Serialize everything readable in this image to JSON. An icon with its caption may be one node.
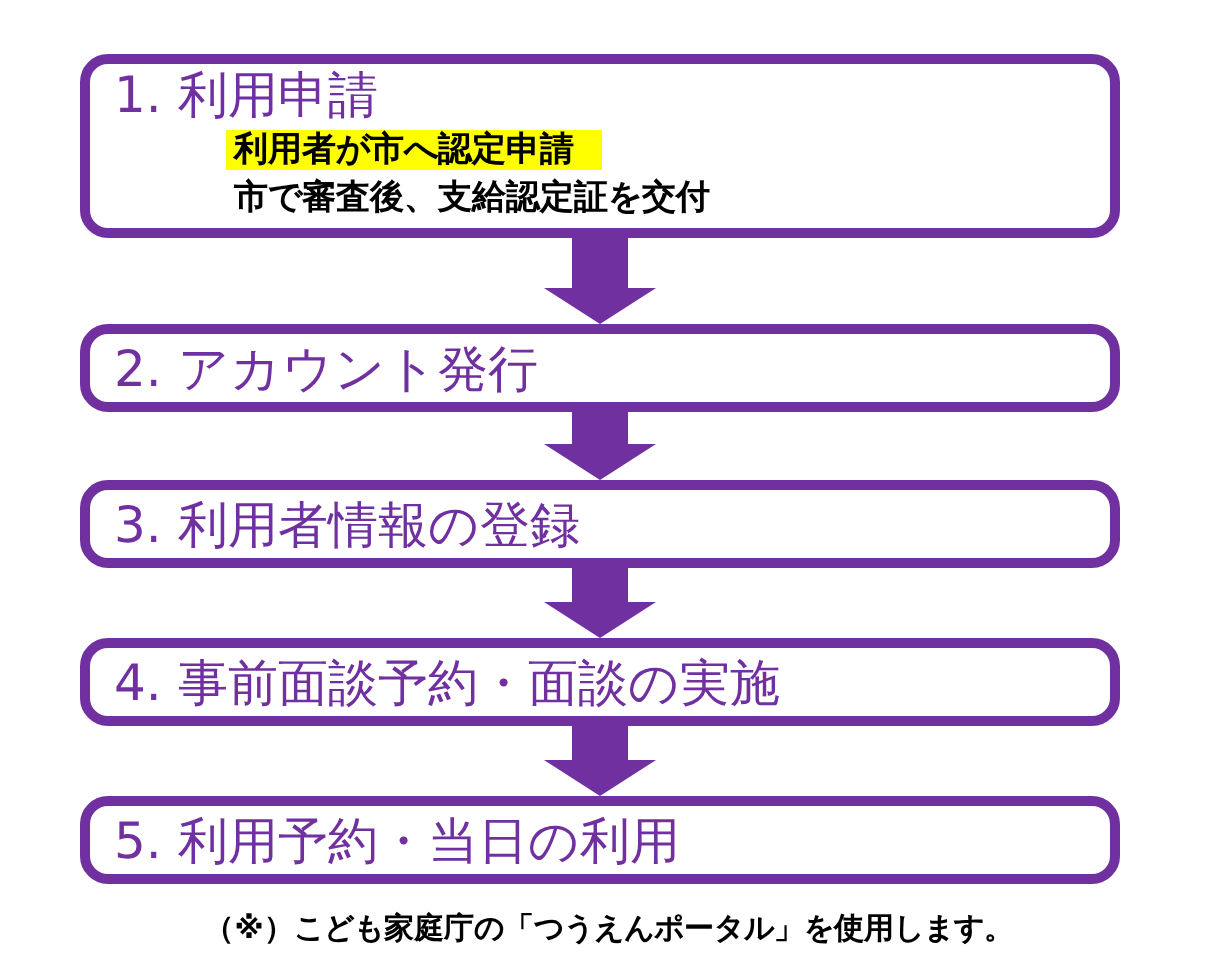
{
  "diagram": {
    "caption": "（※）こども家庭庁の「つうえんポータル」を使用します。",
    "nodes": [
      {
        "text": [
          "1. 利用申請",
          "利用者が市へ認定申請",
          "市で審査後、支給認定証を交付"
        ]
      },
      {
        "text": [
          "2. アカウント発行"
        ]
      },
      {
        "text": [
          "3. 利用者情報の登録"
        ]
      },
      {
        "text": [
          "4. 事前面談予約・面談の実施"
        ]
      },
      {
        "text": [
          "5. 利用予約・当日の利用"
        ]
      }
    ],
    "edges": [
      {
        "from": 0,
        "to": 1,
        "arrow": "to"
      },
      {
        "from": 1,
        "to": 2,
        "arrow": "to"
      },
      {
        "from": 2,
        "to": 3,
        "arrow": "to"
      },
      {
        "from": 3,
        "to": 4,
        "arrow": "to"
      }
    ]
  }
}
